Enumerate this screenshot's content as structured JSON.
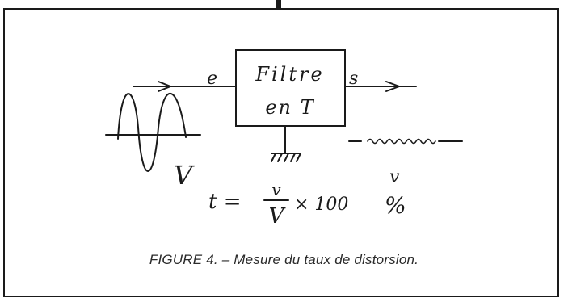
{
  "diagram": {
    "input_label": "e",
    "output_label": "s",
    "filter_line1": "Filtre",
    "filter_line2": "en T",
    "input_amplitude": "V",
    "output_amplitude": "v",
    "formula": {
      "lhs": "t =",
      "num": "v",
      "den": "V",
      "rest": "× 100",
      "unit": "%"
    }
  },
  "caption": "FIGURE 4. – Mesure du taux de distorsion."
}
